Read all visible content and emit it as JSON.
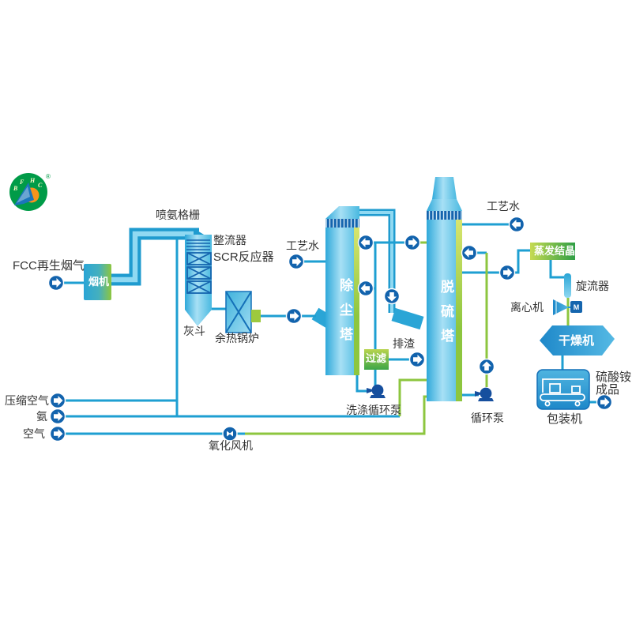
{
  "logo": {
    "letters": [
      "B",
      "F",
      "H",
      "C"
    ],
    "registered": "®"
  },
  "streams": {
    "fcc_flue_gas": "FCC再生烟气",
    "process_water_left": "工艺水",
    "process_water_right": "工艺水",
    "compressed_air": "压缩空气",
    "ammonia": "氨",
    "air": "空气",
    "slag_discharge": "排渣",
    "product": "硫酸铵成品"
  },
  "equipment": {
    "smoke_machine": "烟机",
    "ammonia_injection_grid": "喷氨格栅",
    "rectifier": "整流器",
    "scr_reactor": "SCR反应器",
    "ash_hopper": "灰斗",
    "waste_heat_boiler": "余热锅炉",
    "dust_removal_tower": "除尘塔",
    "desulfurization_tower": "脱硫塔",
    "evaporative_crystallizer": "蒸发结晶",
    "cyclone": "旋流器",
    "centrifuge": "离心机",
    "motor": "M",
    "dryer": "干燥机",
    "packing_machine": "包装机",
    "oxidation_fan": "氧化风机",
    "filter": "过滤",
    "washing_circulation_pump": "洗涤循环泵",
    "circulation_pump": "循环泵"
  },
  "colors": {
    "teal_line": "#1E9FD2",
    "green_line": "#8DC63F",
    "dark_blue": "#1565AE",
    "pump_blue": "#164F9E",
    "logo_green": "#009B48",
    "logo_orange": "#F7941D"
  }
}
